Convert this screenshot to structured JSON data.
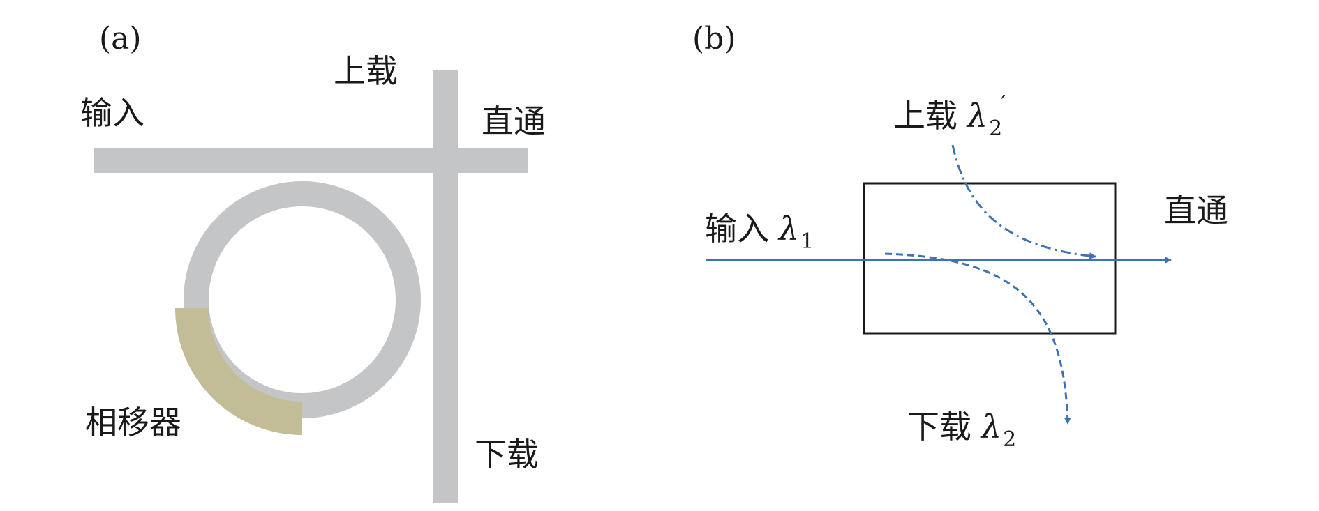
{
  "panel_a": {
    "label": "(a)",
    "input": "输入",
    "add": "上载",
    "through": "直通",
    "drop": "下载",
    "phase_shifter": "相移器"
  },
  "panel_b": {
    "label": "(b)",
    "add_text": "上载",
    "add_symbol": "λ",
    "add_sub": "2",
    "add_prime": "′",
    "input_text": "输入",
    "input_symbol": "λ",
    "input_sub": "1",
    "through": "直通",
    "drop_text": "下载",
    "drop_symbol": "λ",
    "drop_sub": "2"
  },
  "colors": {
    "waveguide": "#c3c5c6",
    "phase_shifter": "#c2bc97",
    "signal": "#3d73b4",
    "box": "#1a1a1a"
  }
}
